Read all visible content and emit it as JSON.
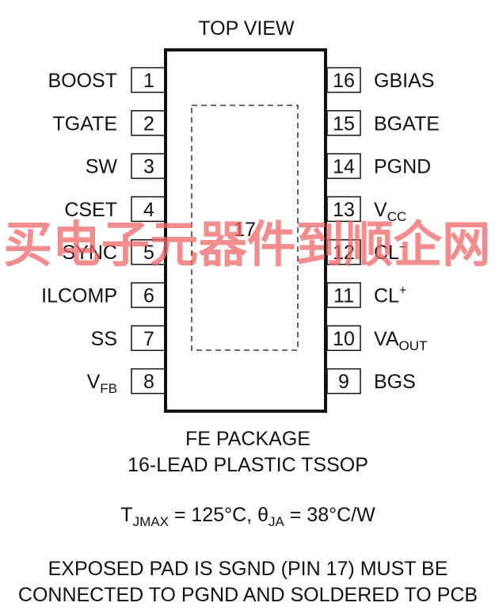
{
  "title": "TOP VIEW",
  "center_pad_label": "17",
  "pins_left": [
    {
      "num": "1",
      "name": "BOOST"
    },
    {
      "num": "2",
      "name": "TGATE"
    },
    {
      "num": "3",
      "name": "SW"
    },
    {
      "num": "4",
      "name": "CSET"
    },
    {
      "num": "5",
      "name": "SYNC"
    },
    {
      "num": "6",
      "name": "ILCOMP"
    },
    {
      "num": "7",
      "name": "SS"
    },
    {
      "num": "8",
      "name": "V",
      "sub": "FB"
    }
  ],
  "pins_right": [
    {
      "num": "16",
      "name": "GBIAS"
    },
    {
      "num": "15",
      "name": "BGATE"
    },
    {
      "num": "14",
      "name": "PGND"
    },
    {
      "num": "13",
      "name": "V",
      "sub": "CC"
    },
    {
      "num": "12",
      "name": "CL",
      "sup": "−"
    },
    {
      "num": "11",
      "name": "CL",
      "sup": "+"
    },
    {
      "num": "10",
      "name": "VA",
      "sub": "OUT"
    },
    {
      "num": "9",
      "name": "BGS"
    }
  ],
  "package_line1": "FE PACKAGE",
  "package_line2": "16-LEAD PLASTIC TSSOP",
  "thermal": {
    "t_main": "T",
    "t_sub": "JMAX",
    "t_value": " = 125°C, ",
    "theta": "θ",
    "theta_sub": "JA",
    "theta_value": " = 38°C/W"
  },
  "note_line1": "EXPOSED PAD IS SGND (PIN 17) MUST BE",
  "note_line2": "CONNECTED TO PGND AND SOLDERED TO PCB",
  "watermark": {
    "text": "买电子元器件到顺企网",
    "color": "#f06666"
  }
}
